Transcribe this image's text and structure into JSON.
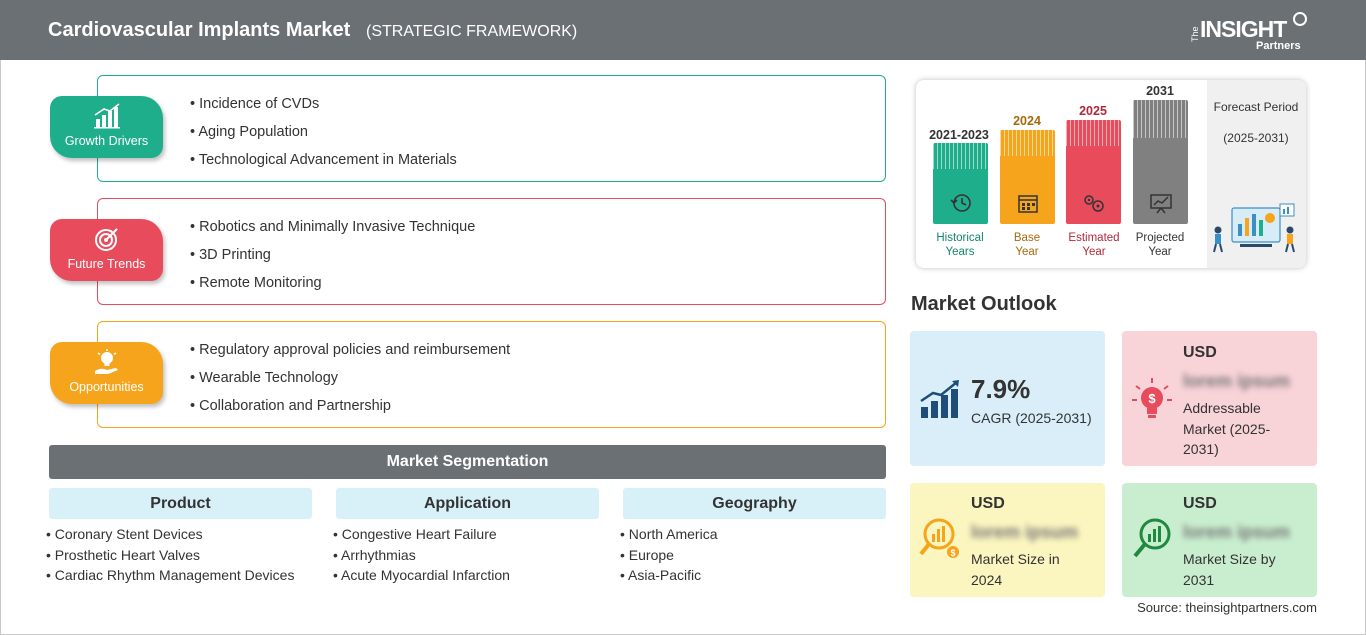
{
  "header": {
    "title": "Cardiovascular Implants Market",
    "subtitle": "(STRATEGIC FRAMEWORK)",
    "logo": {
      "the": "The",
      "insight": "INSIGHT",
      "partners": "Partners"
    }
  },
  "framework": [
    {
      "label": "Growth Drivers",
      "color": "#1fae8b",
      "icon": "growth-chart-icon",
      "items": [
        "Incidence of CVDs",
        "Aging Population",
        "Technological Advancement in Materials"
      ]
    },
    {
      "label": "Future Trends",
      "color": "#e84b5c",
      "icon": "target-icon",
      "items": [
        "Robotics and Minimally Invasive Technique",
        "3D Printing",
        "Remote Monitoring"
      ]
    },
    {
      "label": "Opportunities",
      "color": "#f5a41b",
      "icon": "lightbulb-hand-icon",
      "items": [
        "Regulatory approval policies and reimbursement",
        "Wearable Technology",
        "Collaboration and Partnership"
      ]
    }
  ],
  "segmentation": {
    "title": "Market Segmentation",
    "columns": [
      {
        "heading": "Product",
        "items": [
          "Coronary Stent Devices",
          "Prosthetic Heart Valves",
          "Cardiac Rhythm Management Devices"
        ]
      },
      {
        "heading": "Application",
        "items": [
          "Congestive Heart Failure",
          "Arrhythmias",
          "Acute Myocardial Infarction"
        ]
      },
      {
        "heading": "Geography",
        "items": [
          "North America",
          "Europe",
          "Asia-Pacific"
        ]
      }
    ]
  },
  "timeline": {
    "periods": [
      {
        "year": "2021-2023",
        "label_line1": "Historical",
        "label_line2": "Years",
        "color": "#1fae8b",
        "text_color": "#13876b",
        "icon": "history-icon"
      },
      {
        "year": "2024",
        "label_line1": "Base",
        "label_line2": "Year",
        "color": "#f5a41b",
        "text_color": "#a7690a",
        "icon": "calendar-icon"
      },
      {
        "year": "2025",
        "label_line1": "Estimated",
        "label_line2": "Year",
        "color": "#e84b5c",
        "text_color": "#b0283a",
        "icon": "gears-icon"
      },
      {
        "year": "2031",
        "label_line1": "Projected",
        "label_line2": "Year",
        "color": "#808080",
        "text_color": "#333333",
        "icon": "presentation-icon"
      }
    ],
    "forecast_label": "Forecast Period",
    "forecast_range": "(2025-2031)"
  },
  "outlook": {
    "title": "Market Outlook",
    "cagr": {
      "value": "7.9%",
      "label": "CAGR (2025-2031)",
      "color": "#daeef9"
    },
    "addressable": {
      "usd": "USD",
      "blurred": "lorem ipsum",
      "label_line1": "Addressable",
      "label_line2": "Market (2025-",
      "label_line3": "2031)",
      "color": "#f8d3d8"
    },
    "size_2024": {
      "usd": "USD",
      "blurred": "lorem ipsum",
      "label_line1": "Market Size in",
      "label_line2": "2024",
      "color": "#fbf5bf"
    },
    "size_2031": {
      "usd": "USD",
      "blurred": "lorem ipsum",
      "label_line1": "Market Size by",
      "label_line2": "2031",
      "color": "#c9eecf"
    }
  },
  "source": "Source: theinsightpartners.com"
}
